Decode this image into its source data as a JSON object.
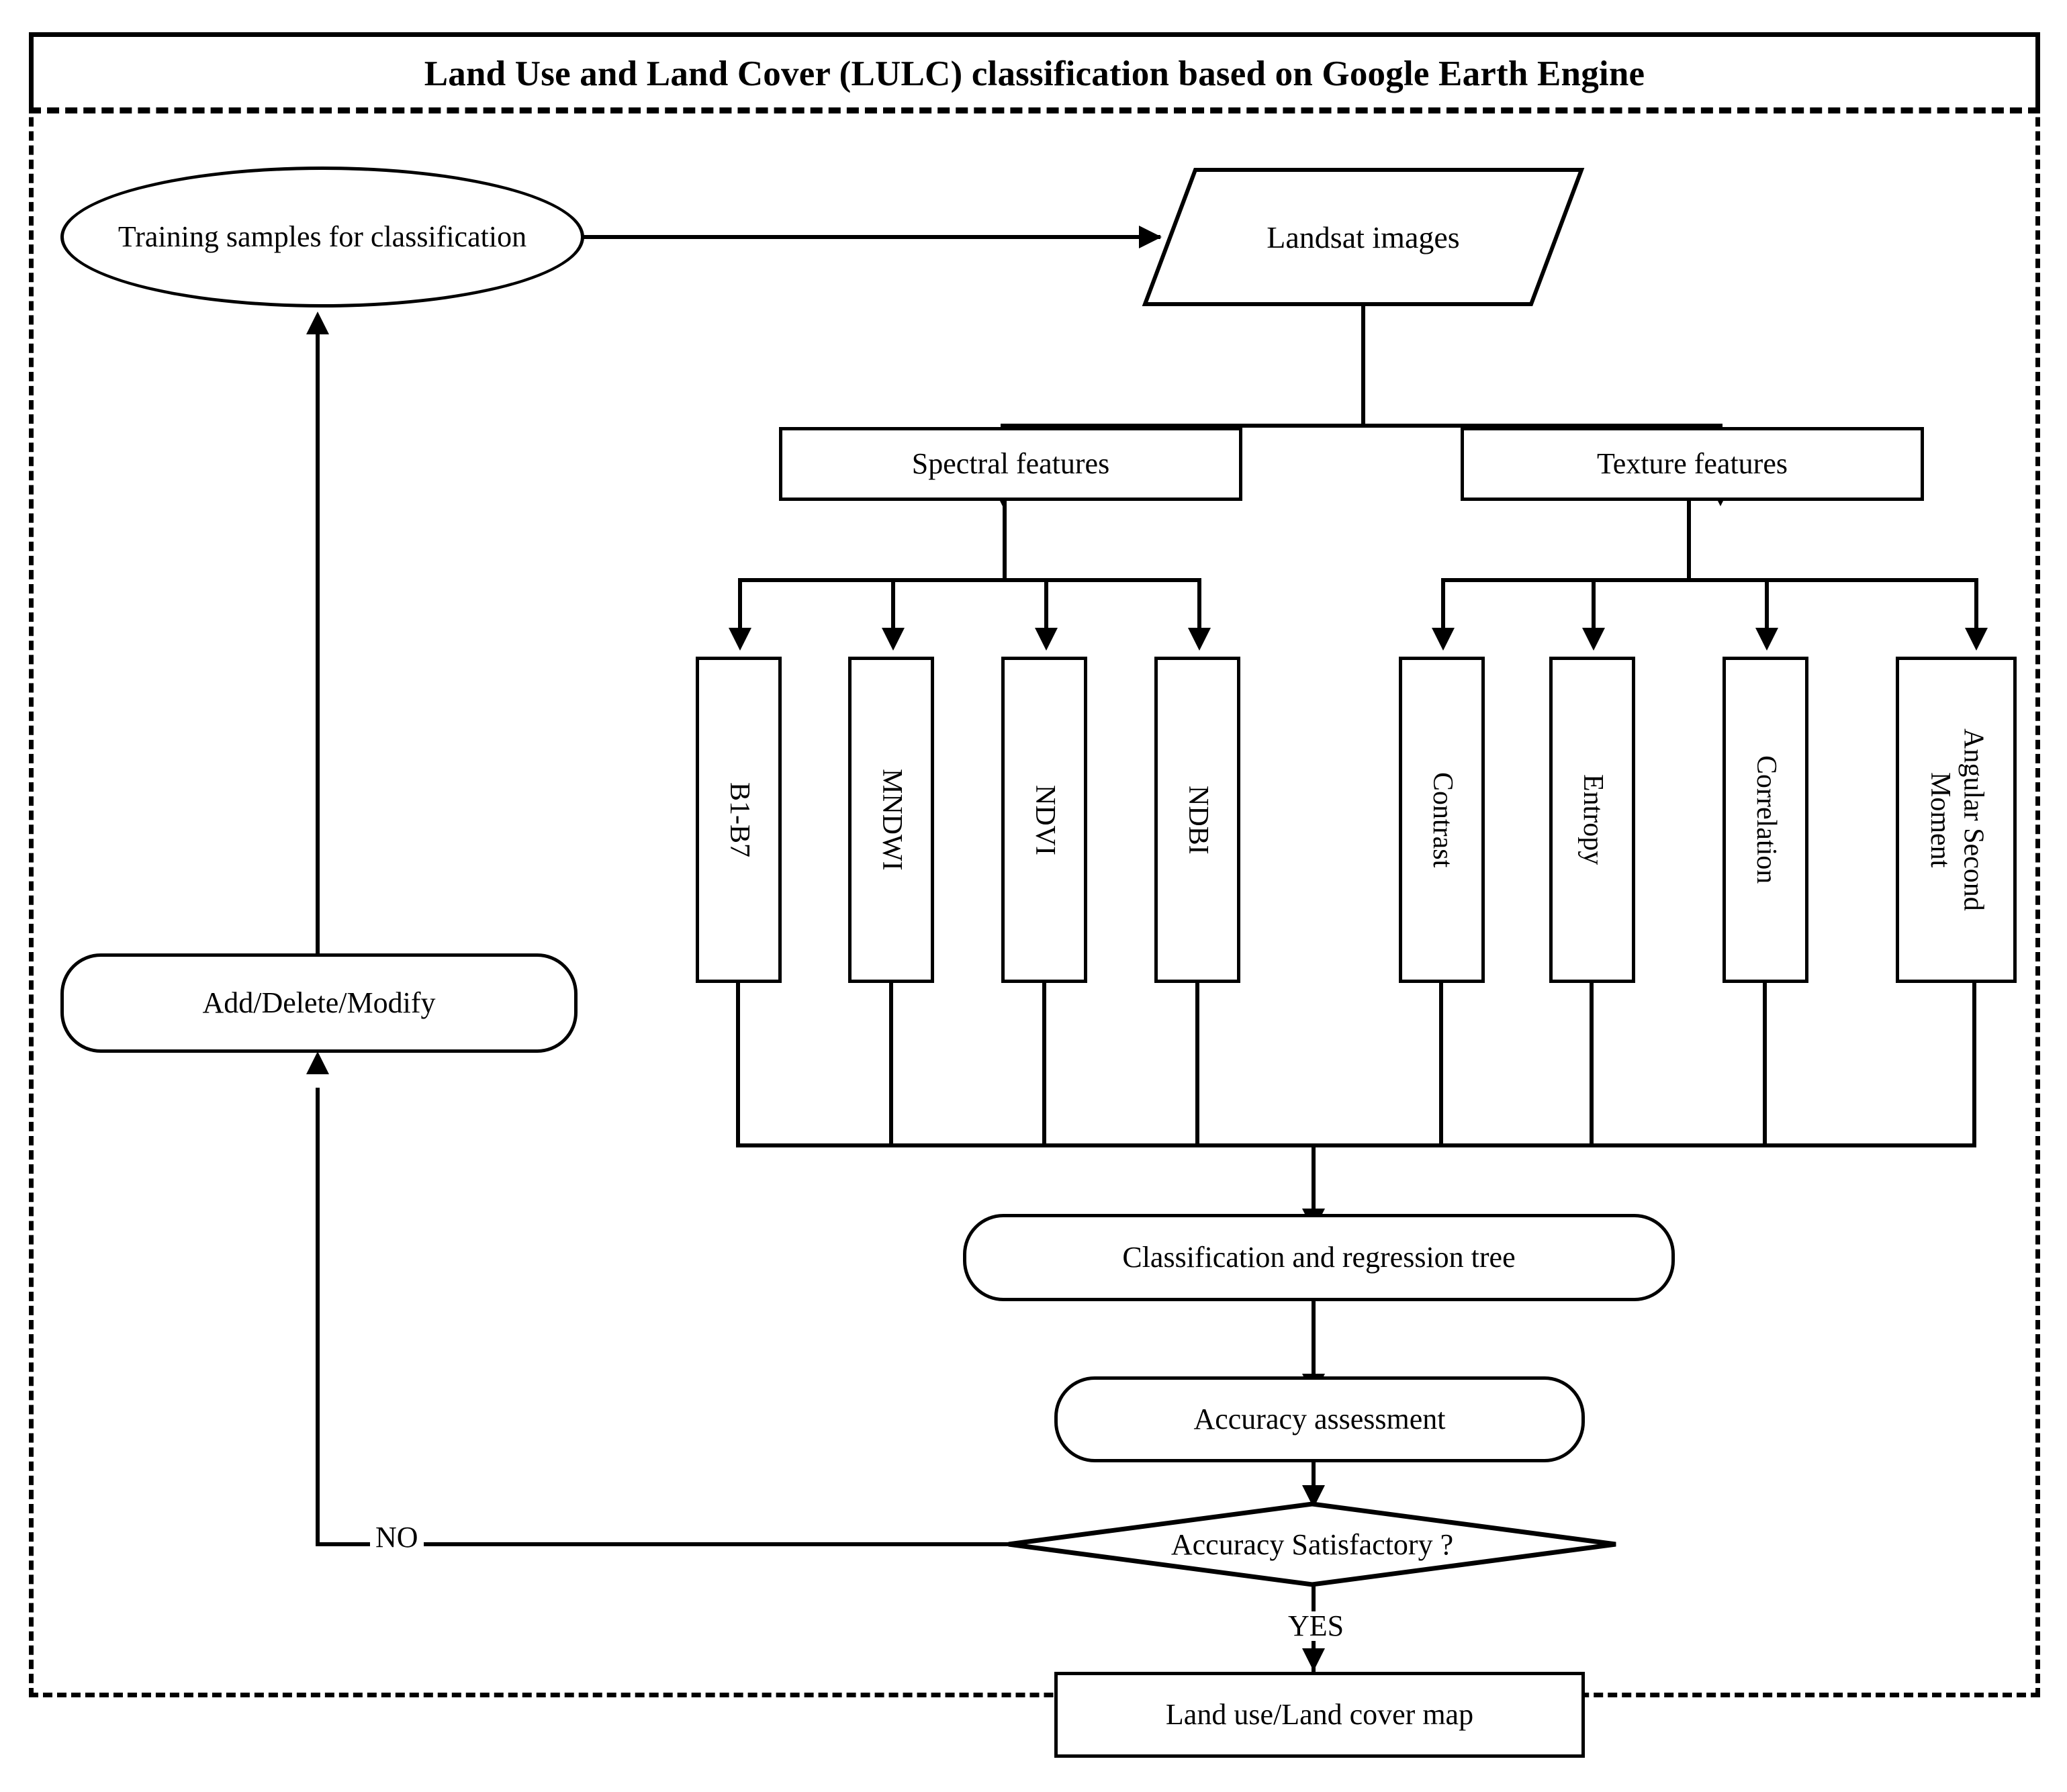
{
  "figure": {
    "title_main": "Land Use and Land Cover (LULC) classification based on ",
    "title_tail": "Google Earth Engine",
    "title_full": "Land Use and Land Cover (LULC) classification based on Google Earth Engine"
  },
  "nodes": {
    "training_samples": "Training samples for classification",
    "landsat_images": "Landsat images",
    "spectral_features": "Spectral features",
    "texture_features": "Texture features",
    "add_delete_modify": "Add/Delete/Modify",
    "cart": "Classification and regression tree",
    "accuracy_assessment": "Accuracy assessment",
    "decision": "Accuracy Satisfactory ?",
    "output_map": "Land use/Land cover map"
  },
  "spectral_items": [
    {
      "label": "B1-B7"
    },
    {
      "label": "MNDWI"
    },
    {
      "label": "NDVI"
    },
    {
      "label": "NDBI"
    }
  ],
  "texture_items": [
    {
      "label": "Contrast"
    },
    {
      "label": "Entropy"
    },
    {
      "label": "Correlation"
    },
    {
      "label": "Angular Second\nMoment"
    }
  ],
  "edge_labels": {
    "no": "NO",
    "yes": "YES"
  },
  "colors": {
    "stroke": "#000000",
    "background": "#ffffff",
    "text": "#000000"
  }
}
